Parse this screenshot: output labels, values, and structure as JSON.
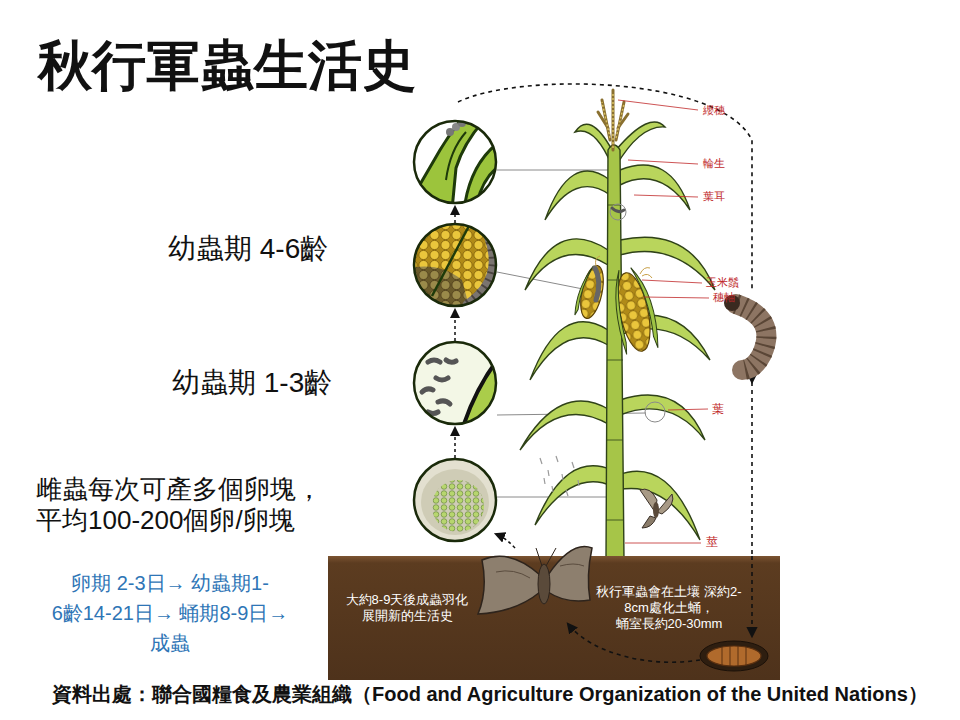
{
  "diagram": {
    "title": "秋行軍蟲生活史",
    "caption": "資料出處：聯合國糧食及農業組織（Food and Agriculture Organization of the United Nations）",
    "nodes": [
      {
        "text": [
          "大約8-9天後成蟲羽化 展開新的生活史",
          "秋行軍蟲會在土壤 深約2-8cm處化土蛹， 蛹室長約20-30mm"
        ]
      }
    ],
    "labels": [
      "纓穗",
      "輪生",
      "葉耳",
      "幼蟲期 4-6齡",
      "玉米鬚",
      "穗軸",
      "幼蟲期 1-3齡",
      "葉",
      "雌蟲每次可產多個卵塊， 平均100-200個卵/卵塊",
      "莖",
      "卵期 2-3日→ 幼蟲期1-6齡14-21日→ 蛹期8-9日→成蟲"
    ]
  }
}
